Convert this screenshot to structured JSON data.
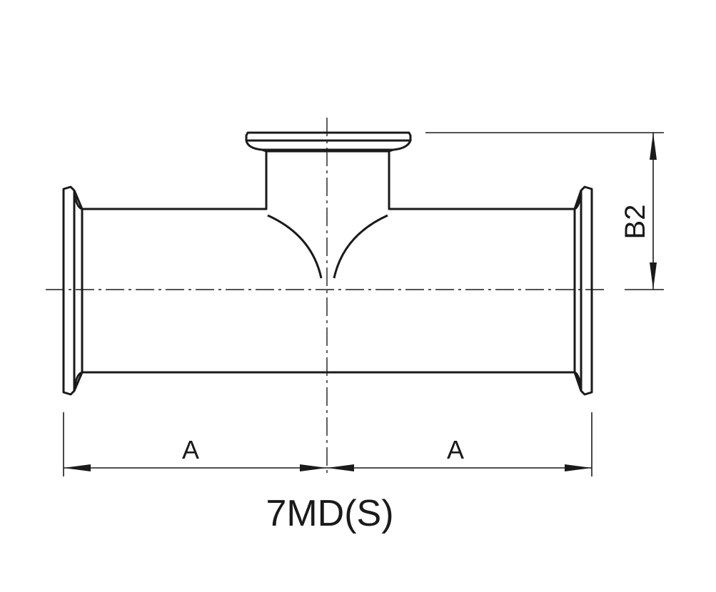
{
  "diagram": {
    "part_code": "7MD(S)",
    "dimension_a_left": "A",
    "dimension_a_right": "A",
    "dimension_b2": "B2"
  }
}
